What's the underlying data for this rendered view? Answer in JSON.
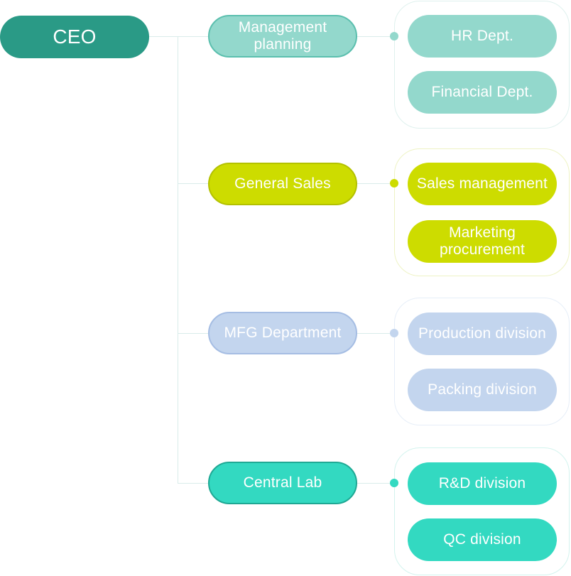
{
  "ceo": {
    "label": "CEO"
  },
  "departments": [
    {
      "label": "Management planning",
      "divisions": [
        "HR Dept.",
        "Financial Dept."
      ],
      "colors": {
        "fill": "#93d8cc",
        "border": "#5bbfae",
        "group_border": "#dff1ee",
        "dot": "#93d8cc"
      }
    },
    {
      "label": "General Sales",
      "divisions": [
        "Sales management",
        "Marketing procurement"
      ],
      "colors": {
        "fill": "#cddc00",
        "border": "#b3c100",
        "group_border": "#eef3c4",
        "dot": "#cddc00"
      }
    },
    {
      "label": "MFG Department",
      "divisions": [
        "Production division",
        "Packing division"
      ],
      "colors": {
        "fill": "#c3d5ee",
        "border": "#a5bde3",
        "group_border": "#e6eef8",
        "dot": "#c3d5ee"
      }
    },
    {
      "label": "Central Lab",
      "divisions": [
        "R&D division",
        "QC division"
      ],
      "colors": {
        "fill": "#33d9c1",
        "border": "#1fa894",
        "group_border": "#d3f3ee",
        "dot": "#33d9c1"
      }
    }
  ],
  "colors": {
    "ceo": "#2a9a86",
    "connector": "#d9ecea"
  }
}
